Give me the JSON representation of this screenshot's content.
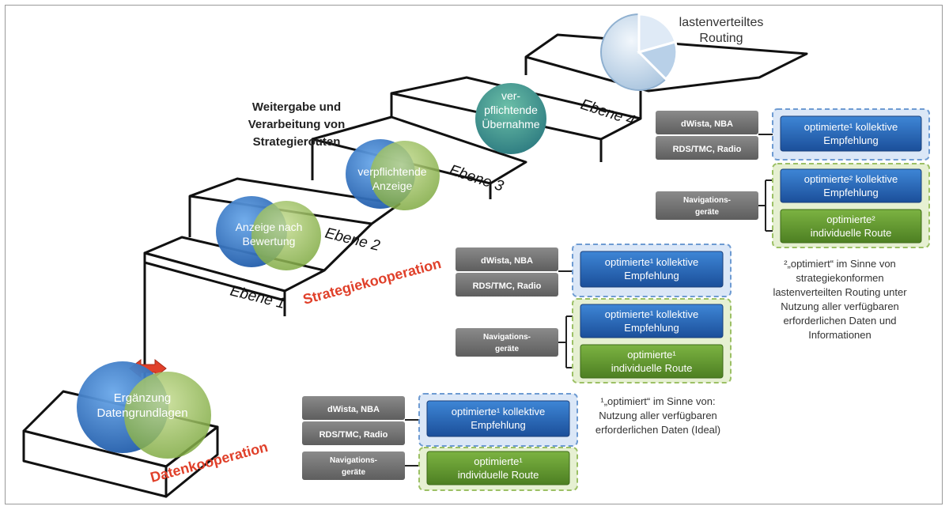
{
  "title_top": {
    "line1": "lastenverteiltes",
    "line2": "Routing"
  },
  "caption_strategy": {
    "line1": "Weitergabe und",
    "line2": "Verarbeitung von",
    "line3": "Strategierouten"
  },
  "levels": {
    "ebene1": "Ebene 1",
    "ebene2": "Ebene 2",
    "ebene3": "Ebene 3",
    "ebene4": "Ebene 4"
  },
  "cooperations": {
    "daten": "Datenkooperation",
    "strategie": "Strategiekooperation"
  },
  "circles": {
    "c1": {
      "line1": "Ergänzung",
      "line2": "Datengrundlagen"
    },
    "c2": {
      "line1": "Anzeige nach",
      "line2": "Bewertung"
    },
    "c3": {
      "line1": "verpflichtende",
      "line2": "Anzeige"
    },
    "c4": {
      "line1": "ver-",
      "line2": "pflichtende",
      "line3": "Übernahme"
    }
  },
  "sources": {
    "dwista": "dWista, NBA",
    "rds": "RDS/TMC, Radio",
    "nav1": "Navigations-",
    "nav2": "geräte"
  },
  "outputs": {
    "kollektiv1": "optimierte¹ kollektive",
    "kollektiv2": "optimierte² kollektive",
    "empfehlung": "Empfehlung",
    "individuell1": "optimierte¹",
    "individuell2": "optimierte²",
    "route": "individuelle Route"
  },
  "footnotes": {
    "f1": {
      "line1": "¹„optimiert“ im Sinne von:",
      "line2": "Nutzung aller verfügbaren",
      "line3": "erforderlichen Daten (Ideal)"
    },
    "f2": {
      "line1": "²„optimiert“ im Sinne von",
      "line2": "strategiekonformen",
      "line3": "lastenverteilten Routing unter",
      "line4": "Nutzung aller verfügbaren",
      "line5": "erforderlichen Daten und",
      "line6": "Informationen"
    }
  },
  "colors": {
    "blue": "#2f6fbf",
    "green": "#8cb84a",
    "teal": "#3d8f8a",
    "red": "#e0402a",
    "gray": "#707070"
  }
}
